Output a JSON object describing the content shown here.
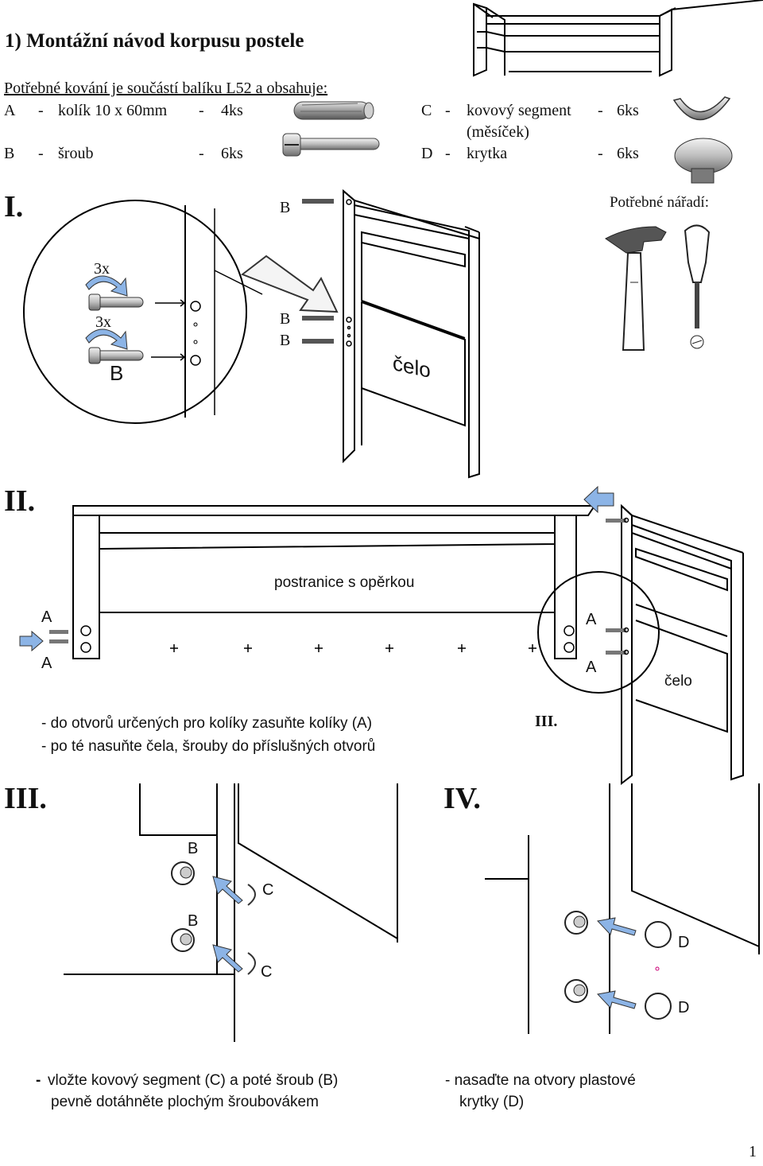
{
  "header": {
    "title": "1) Montážní návod korpusu postele",
    "intro": "Potřebné kování je součástí balíku L52 a obsahuje:"
  },
  "hardware": {
    "a": {
      "letter": "A",
      "dash": "-",
      "name": "kolík 10 x 60mm",
      "dash2": "-",
      "qty": "4ks"
    },
    "b": {
      "letter": "B",
      "dash": "-",
      "name": "šroub",
      "dash2": "-",
      "qty": "6ks"
    },
    "c": {
      "letter": "C",
      "dash": "-",
      "name": "kovový segment",
      "dash2": "-",
      "qty": "6ks",
      "note": "(měsíček)"
    },
    "d": {
      "letter": "D",
      "dash": "-",
      "name": "krytka",
      "dash2": "-",
      "qty": "6ks"
    }
  },
  "tools": {
    "label": "Potřebné nářadí:"
  },
  "step1": {
    "roman": "I.",
    "label_b_top": "B",
    "count_top": "3x",
    "count_bottom": "3x",
    "detail_b": "B",
    "label_b_mid1": "B",
    "label_b_mid2": "B",
    "panel_label": "čelo"
  },
  "step2": {
    "roman": "II.",
    "rail_label": "postranice s opěrkou",
    "left_a1": "A",
    "left_a2": "A",
    "circle_a1": "A",
    "circle_a2": "A",
    "head_label": "čelo",
    "ref": "III.",
    "text1": "- do otvorů určených pro kolíky zasuňte kolíky (A)",
    "text2": "- po té nasuňte čela, šrouby do příslušných otvorů"
  },
  "step3": {
    "roman": "III.",
    "b1": "B",
    "b2": "B",
    "c1": "C",
    "c2": "C",
    "text_dash": "-",
    "text1": "vložte kovový segment (C) a poté šroub (B)",
    "text2": "pevně dotáhněte plochým šroubovákem"
  },
  "step4": {
    "roman": "IV.",
    "d1": "D",
    "d2": "D",
    "text1": "- nasaďte na otvory plastové",
    "text2": "krytky (D)"
  },
  "page": {
    "number": "1"
  },
  "colors": {
    "arrow_fill": "#8cb4e6",
    "arrow_stroke": "#333333",
    "wood_line": "#000000",
    "dowel": "#9a9a9a"
  }
}
